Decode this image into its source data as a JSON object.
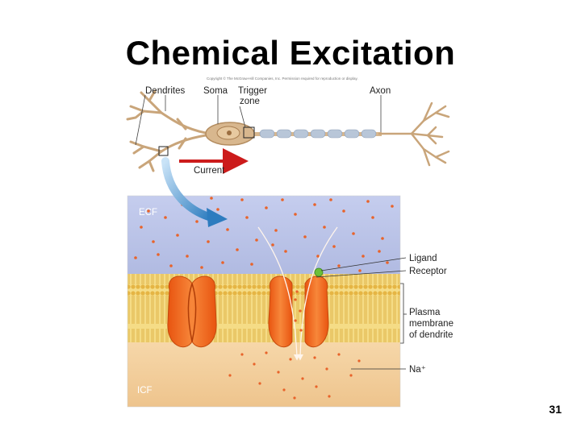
{
  "slide": {
    "title": "Chemical Excitation",
    "copyright": "Copyright © The McGraw-Hill Companies, Inc. Permission required for reproduction or display.",
    "page_number": "31"
  },
  "neuron": {
    "dendrites_label": "Dendrites",
    "soma_label": "Soma",
    "trigger_zone_label_line1": "Trigger",
    "trigger_zone_label_line2": "zone",
    "axon_label": "Axon",
    "current_label": "Current"
  },
  "membrane_view": {
    "ecf_label": "ECF",
    "icf_label": "ICF",
    "ligand_label": "Ligand",
    "receptor_label": "Receptor",
    "membrane_label_line1": "Plasma",
    "membrane_label_line2": "membrane",
    "membrane_label_line3": "of dendrite",
    "ion_label": "Na⁺"
  },
  "colors": {
    "ecf": "#b9c2e6",
    "membrane": "#f2d67a",
    "icf": "#f3d0a0",
    "channel": "#f06a20",
    "ion": "#e8632a",
    "current_arrow": "#cc1b1b",
    "ligand": "#6bbf3a",
    "neuron": "#d8b78e"
  }
}
